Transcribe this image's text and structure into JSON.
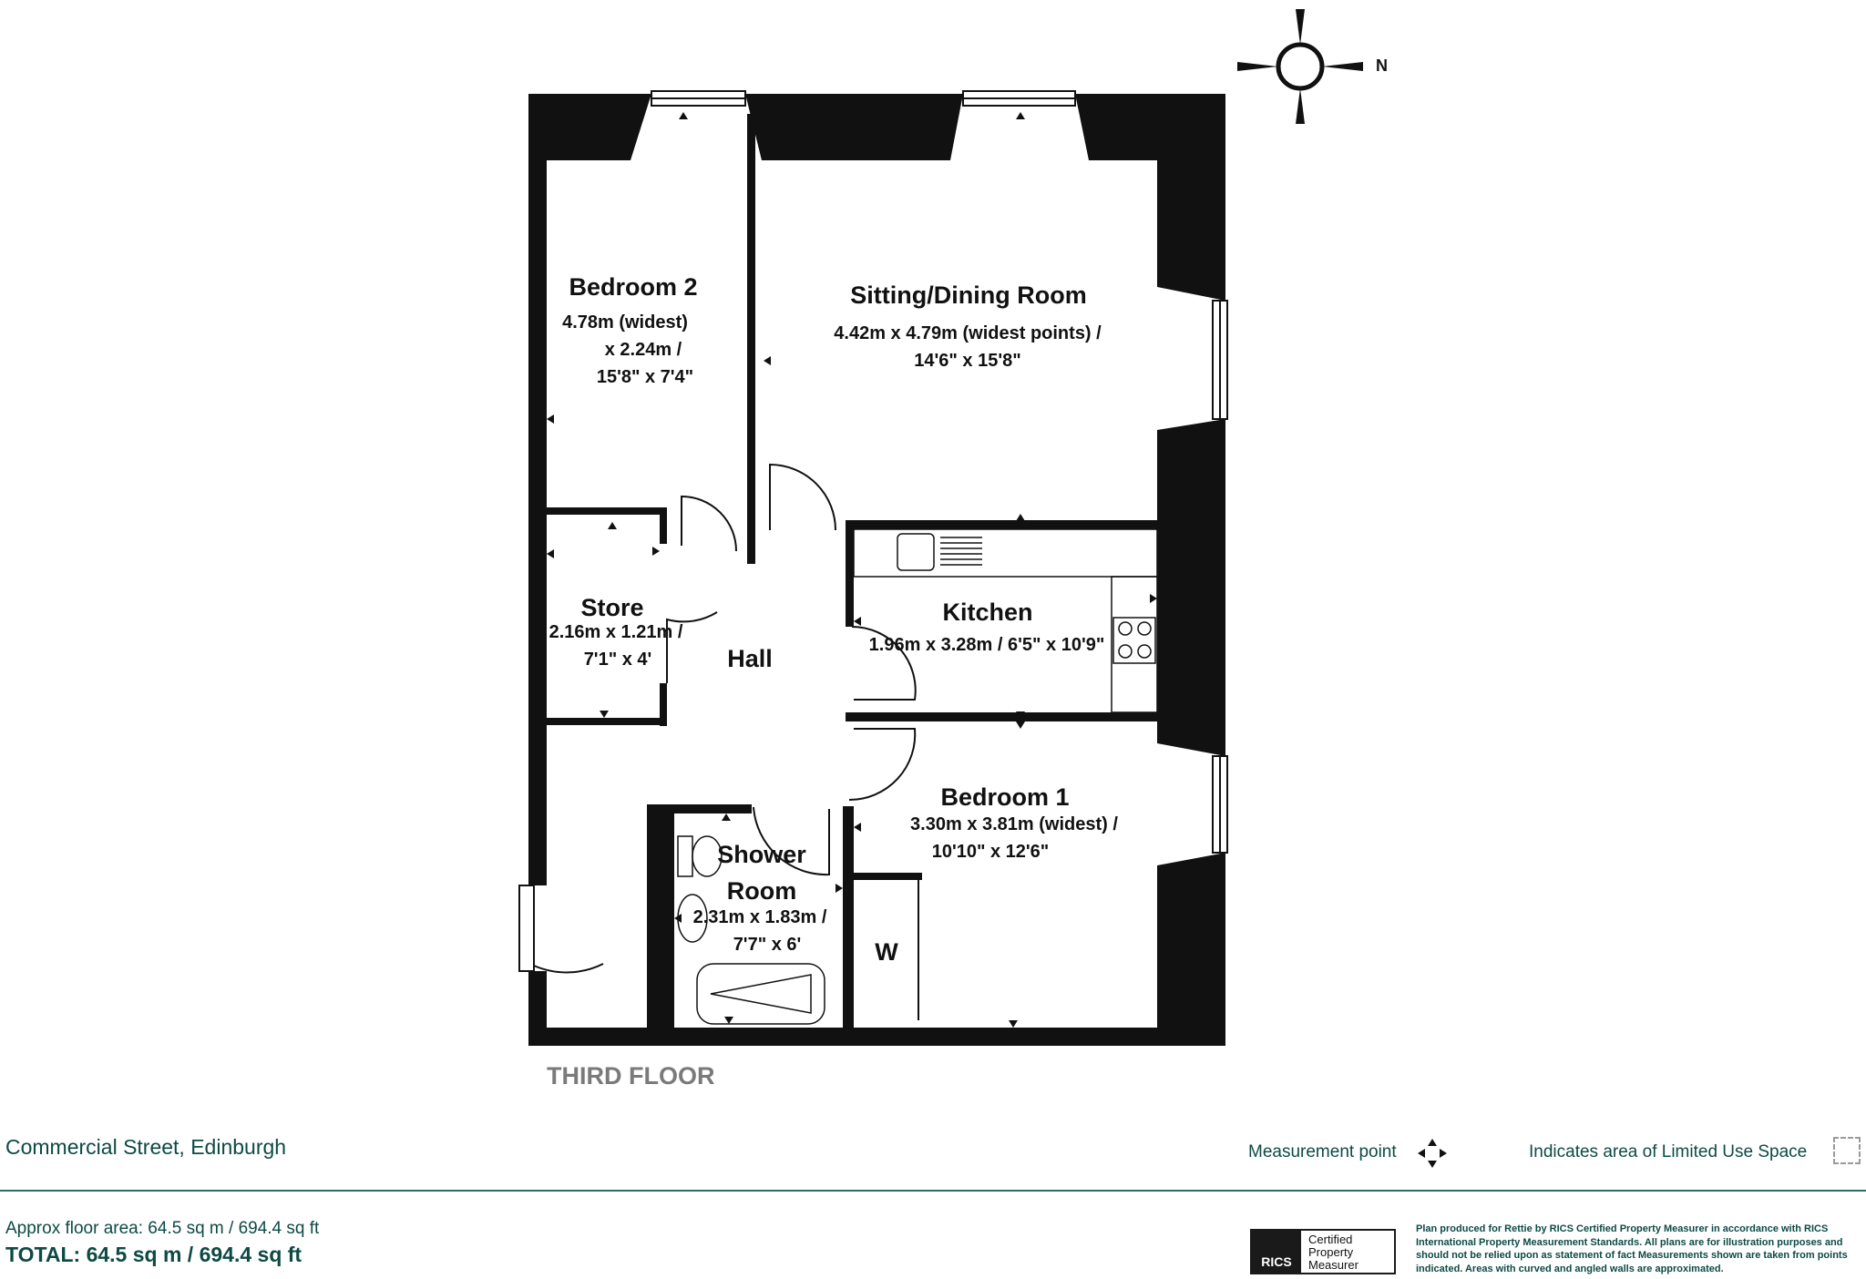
{
  "floor": {
    "label": "THIRD FLOOR"
  },
  "compass": {
    "north_label": "N"
  },
  "rooms": {
    "bedroom2": {
      "name": "Bedroom 2",
      "dims": [
        "4.78m (widest)",
        "x 2.24m /",
        "15'8\" x 7'4\""
      ]
    },
    "sitting": {
      "name": "Sitting/Dining Room",
      "dims": [
        "4.42m x 4.79m (widest points) /",
        "14'6\" x 15'8\""
      ]
    },
    "store": {
      "name": "Store",
      "dims": [
        "2.16m x 1.21m /",
        "7'1\" x 4'"
      ]
    },
    "hall": {
      "name": "Hall"
    },
    "kitchen": {
      "name": "Kitchen",
      "dims": [
        "1.96m x 3.28m / 6'5\" x 10'9\""
      ]
    },
    "bedroom1": {
      "name": "Bedroom 1",
      "dims": [
        "3.30m x 3.81m (widest) /",
        "10'10\" x 12'6\""
      ]
    },
    "shower": {
      "name": [
        "Shower",
        "Room"
      ],
      "dims": [
        "2.31m x 1.83m /",
        "7'7\" x 6'"
      ]
    },
    "wardrobe": {
      "name": "W"
    }
  },
  "footer": {
    "address": "Commercial Street, Edinburgh",
    "approx_area": "Approx floor area: 64.5 sq m / 694.4 sq ft",
    "total_area": "TOTAL: 64.5 sq m / 694.4 sq ft",
    "legend_measurement": "Measurement point",
    "legend_limited_use": "Indicates area of  Limited Use Space",
    "rics_logo": "RICS",
    "rics_badge": [
      "Certified",
      "Property",
      "Measurer"
    ],
    "disclaimer": "Plan produced for Rettie by RICS Certified Property Measurer in accordance with RICS International Property  Measurement Standards.  All plans are for illustration purposes and should not be relied upon as statement of fact Measurements shown are taken from points indicated. Areas with curved and angled walls are approximated."
  },
  "colors": {
    "wall": "#111111",
    "brand": "#0d4a44",
    "floor_label": "#7a7a7a"
  }
}
